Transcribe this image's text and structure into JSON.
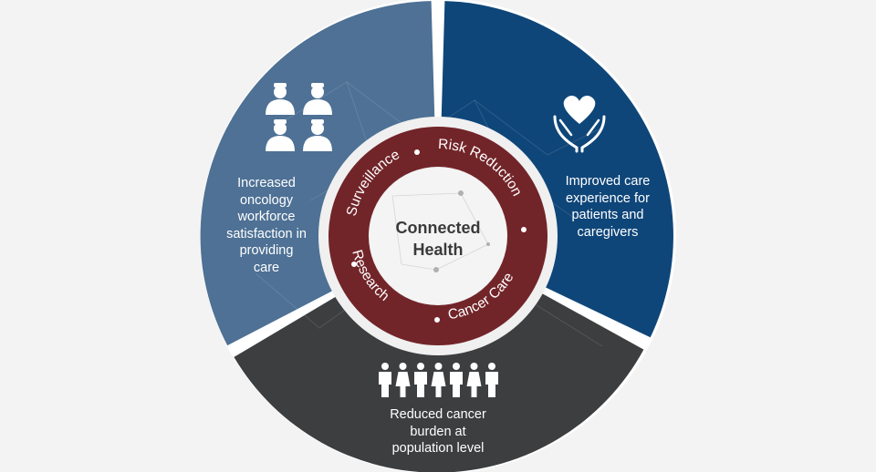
{
  "center": {
    "title_line1": "Connected",
    "title_line2": "Health"
  },
  "ring": {
    "items": [
      "Surveillance",
      "Risk Reduction",
      "Research",
      "Cancer Care"
    ]
  },
  "segments": {
    "left": {
      "lines": [
        "Increased",
        "oncology",
        "workforce",
        "satisfaction in",
        "providing",
        "care"
      ],
      "icon": "healthcare-workers-icon"
    },
    "right": {
      "lines": [
        "Improved care",
        "experience for",
        "patients and",
        "caregivers"
      ],
      "icon": "heart-in-hands-icon"
    },
    "bottom": {
      "lines": [
        "Reduced cancer",
        "burden at",
        "population level"
      ],
      "icon": "population-people-icon"
    }
  },
  "colors": {
    "left": "#4e7195",
    "right": "#0f4679",
    "bottom": "#3d3e40",
    "ring": "#722529",
    "center": "#f4f4f4"
  }
}
